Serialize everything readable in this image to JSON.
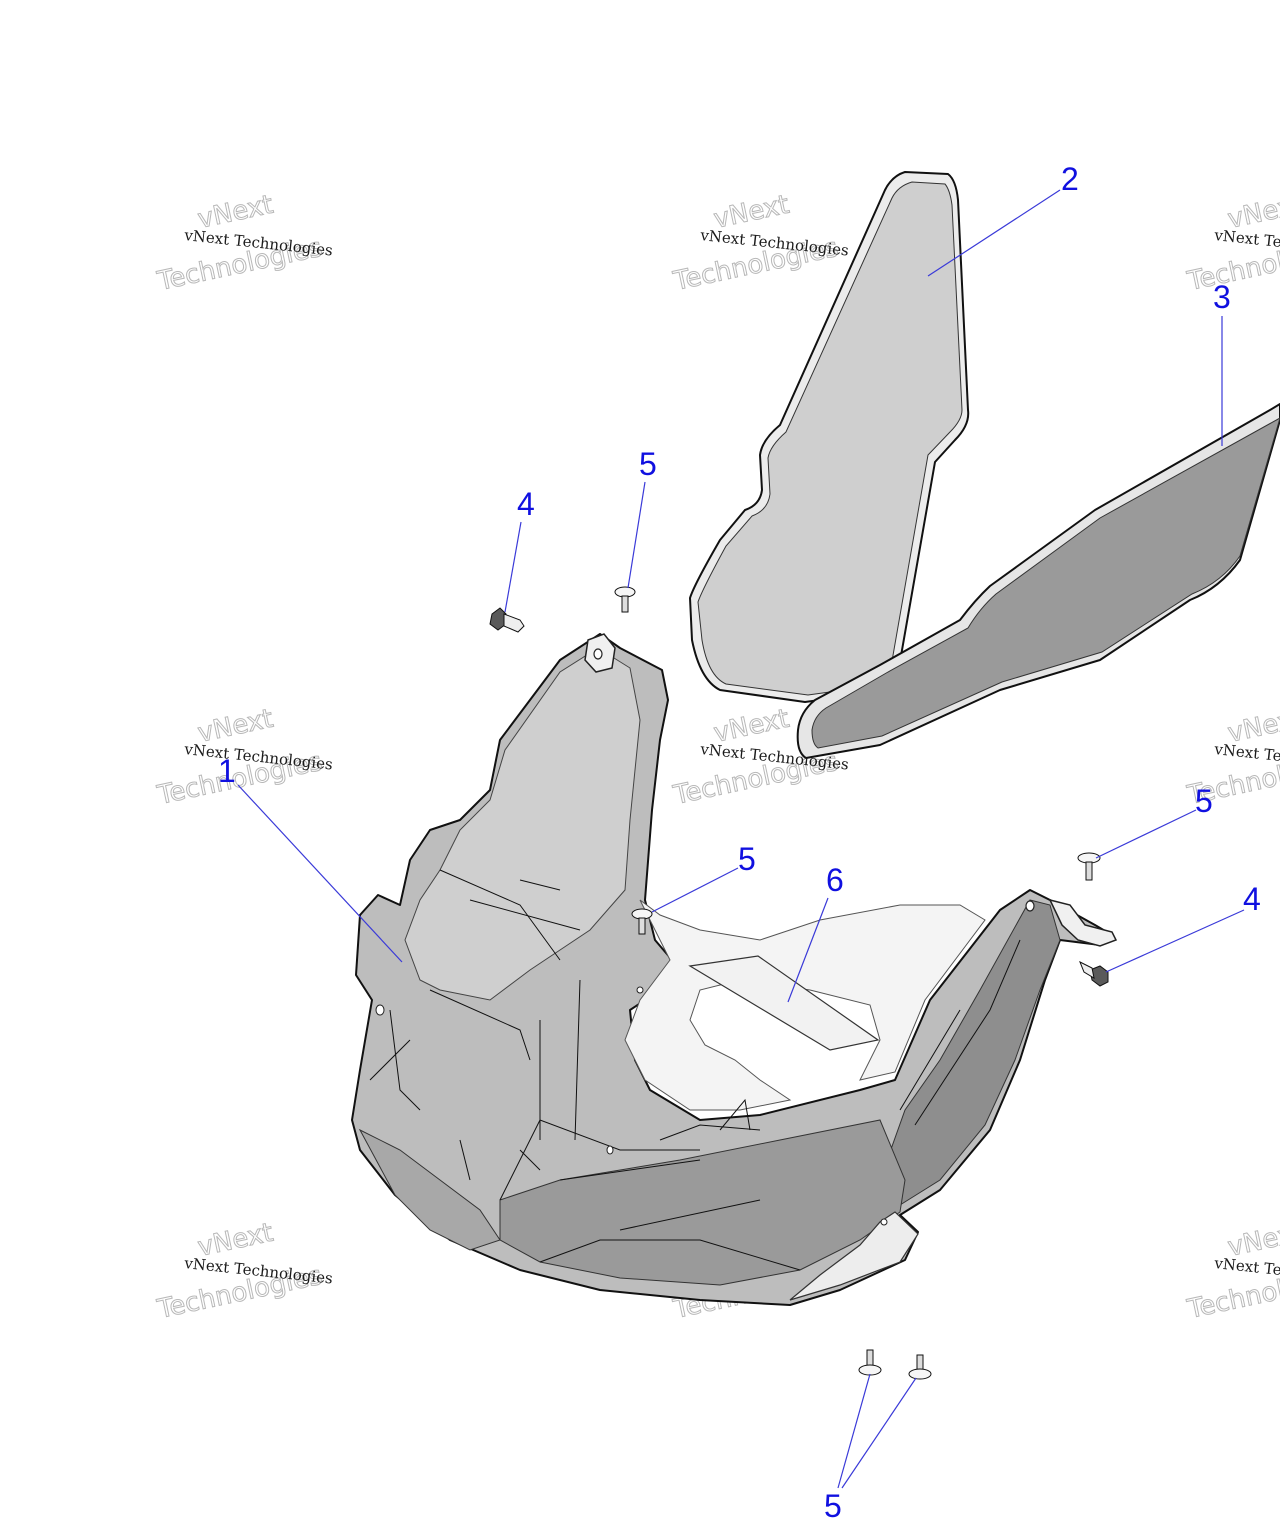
{
  "watermark": {
    "line1": "vNext Technologies",
    "line2": "vNext",
    "line3": "Technologies"
  },
  "callouts": [
    {
      "id": "c1",
      "label": "1"
    },
    {
      "id": "c2",
      "label": "2"
    },
    {
      "id": "c3",
      "label": "3"
    },
    {
      "id": "c4a",
      "label": "4"
    },
    {
      "id": "c4b",
      "label": "4"
    },
    {
      "id": "c5a",
      "label": "5"
    },
    {
      "id": "c5b",
      "label": "5"
    },
    {
      "id": "c5c",
      "label": "5"
    },
    {
      "id": "c5d",
      "label": "5"
    },
    {
      "id": "c6",
      "label": "6"
    }
  ],
  "colors": {
    "callout": "#1010e0",
    "panel_light": "#cfcfcf",
    "panel_dark": "#9a9a9a",
    "skid_light": "#c8c8c8",
    "skid_dark": "#8e8e8e"
  }
}
